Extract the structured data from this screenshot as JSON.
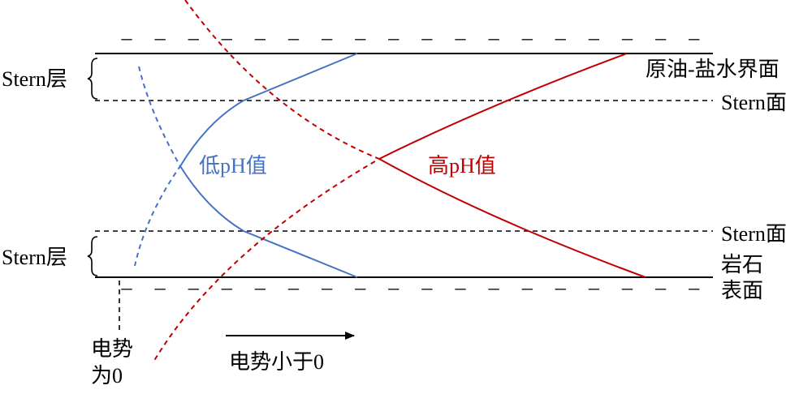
{
  "labels": {
    "stern_layer_top": "Stern层",
    "stern_layer_bottom": "Stern层",
    "oil_brine_interface": "原油-盐水界面",
    "stern_plane_top": "Stern面",
    "stern_plane_bottom": "Stern面",
    "rock_surface_line1": "岩石",
    "rock_surface_line2": "表面",
    "low_ph": "低pH值",
    "high_ph": "高pH值",
    "zero_potential_line1": "电势",
    "zero_potential_line2": "为0",
    "negative_potential": "电势小于0"
  },
  "charge_marks": {
    "top_row": [
      "–",
      "–",
      "–",
      "–",
      "–",
      "–",
      "–",
      "–",
      "–",
      "–",
      "–",
      "–",
      "–",
      "–",
      "–",
      "–",
      "–",
      "–"
    ],
    "bottom_row": [
      "–",
      "–",
      "–",
      "–",
      "–",
      "–",
      "–",
      "–",
      "–",
      "–",
      "–",
      "–",
      "–",
      "–",
      "–",
      "–",
      "–",
      "–"
    ]
  },
  "colors": {
    "low_ph_curve": "#4472c4",
    "high_ph_curve": "#c00000",
    "lines": "#000000"
  }
}
